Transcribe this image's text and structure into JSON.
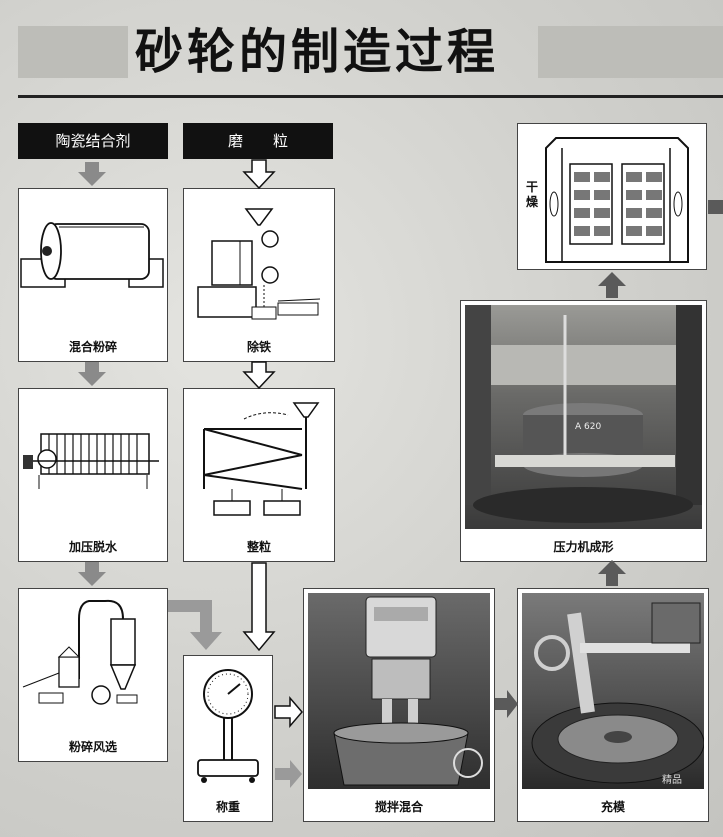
{
  "title": "砂轮的制造过程",
  "headers": {
    "binder": "陶瓷结合剂",
    "grain": "磨　　粒"
  },
  "steps": {
    "mix_crush": "混合粉碎",
    "press_dewater": "加压脱水",
    "crush_classify": "粉碎风选",
    "iron_removal": "除铁",
    "sizing": "整粒",
    "weighing": "称重",
    "stir_mix": "搅拌混合",
    "fill_mold": "充模",
    "press_form": "压力机成形",
    "dry": "干\n燥"
  },
  "dryer_label_chars": [
    "干",
    "燥"
  ],
  "photo_text": {
    "press_plate": "A 620",
    "mold_tag": "精品"
  },
  "colors": {
    "header_bg": "#111111",
    "arrow_gray": "#8a8a8a",
    "arrow_dark": "#555555"
  }
}
